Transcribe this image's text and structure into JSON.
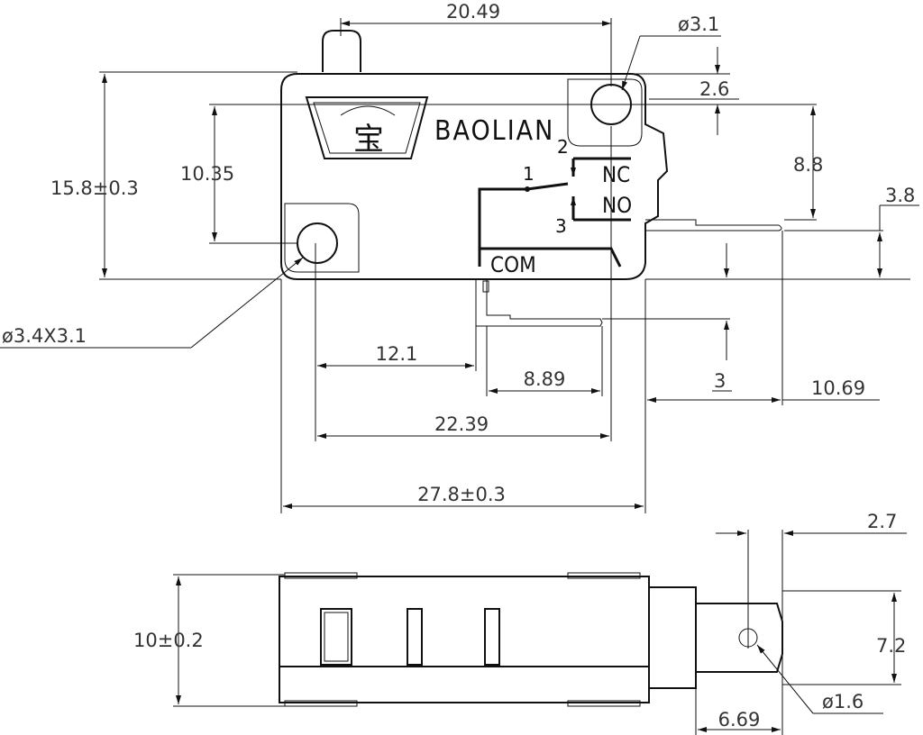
{
  "top_view": {
    "brand": "BAOLIAN",
    "logo_char": "宝",
    "pins": {
      "nc_num": "2",
      "com_num": "1",
      "no_num": "3",
      "nc": "NC",
      "no": "NO",
      "com": "COM"
    },
    "dims": {
      "width_top": "20.49",
      "hole_dia": "ø3.1",
      "hole_offset": "2.6",
      "hole_spacing_v": "10.35",
      "height": "15.8±0.3",
      "term_v": "8.8",
      "term_thickness": "3.8",
      "hole_left": "ø3.4X3.1",
      "com_x": "12.1",
      "pin_x": "8.89",
      "pin_drop": "3",
      "term_len": "10.69",
      "hole_span": "22.39",
      "length": "27.8±0.3"
    }
  },
  "side_view": {
    "dims": {
      "thickness": "10±0.2",
      "term_offset": "2.7",
      "term_width": "7.2",
      "term_hole": "ø1.6",
      "term_length": "6.69"
    }
  }
}
